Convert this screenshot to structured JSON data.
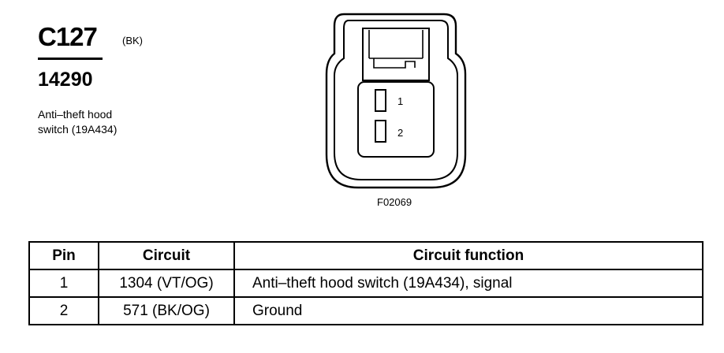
{
  "connector": {
    "id": "C127",
    "color": "(BK)",
    "part_number": "14290",
    "description_line1": "Anti–theft hood",
    "description_line2": "switch (19A434)",
    "figure_code": "F02069",
    "pin_labels": [
      "1",
      "2"
    ]
  },
  "table": {
    "headers": [
      "Pin",
      "Circuit",
      "Circuit function"
    ],
    "rows": [
      {
        "pin": "1",
        "circuit": "1304 (VT/OG)",
        "function": "Anti–theft hood switch (19A434), signal"
      },
      {
        "pin": "2",
        "circuit": "571 (BK/OG)",
        "function": "Ground"
      }
    ]
  }
}
